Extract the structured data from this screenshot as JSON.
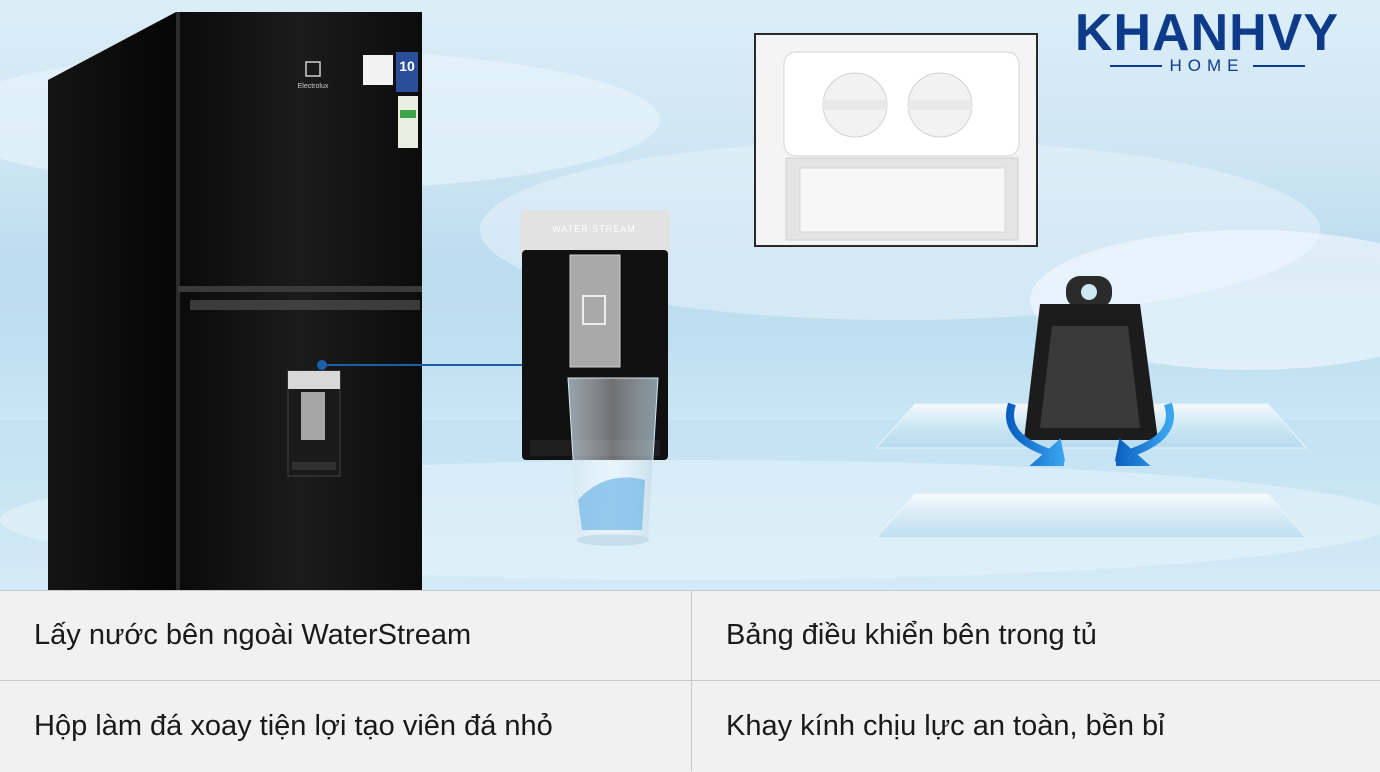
{
  "brand": {
    "name": "KHANHVY",
    "sub": "HOME"
  },
  "product": {
    "brand_label": "Electrolux",
    "energy_badge": "10",
    "dispenser_label": "WATER STREAM"
  },
  "features": [
    [
      "Lấy nước bên ngoài WaterStream",
      "Bảng điều khiển bên trong tủ"
    ],
    [
      "Hộp làm đá xoay tiện lợi tạo viên đá nhỏ",
      "Khay kính chịu lực an toàn, bền bỉ"
    ]
  ]
}
